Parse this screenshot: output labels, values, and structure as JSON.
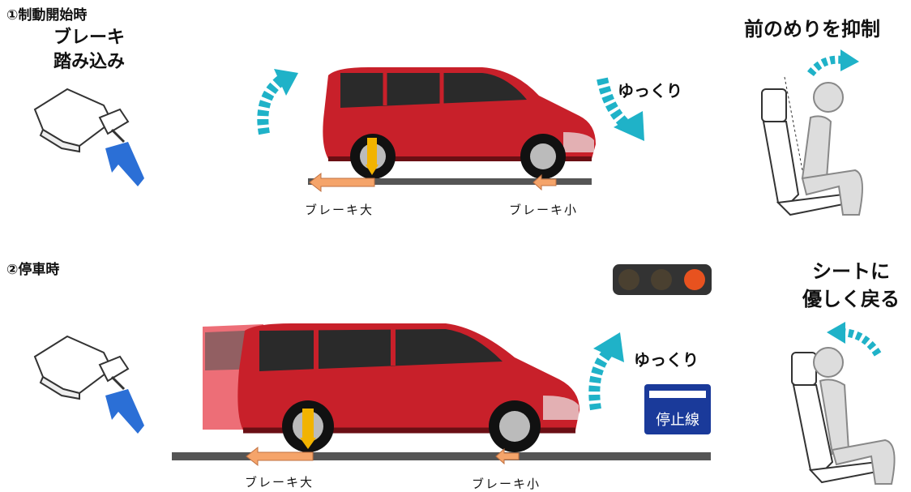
{
  "section1": {
    "title": "①制動開始時",
    "pedal_label_line1": "ブレーキ",
    "pedal_label_line2": "踏み込み",
    "slow_label": "ゆっくり",
    "brake_big": "ブレーキ大",
    "brake_small": "ブレーキ小",
    "occupant_label": "前のめりを抑制"
  },
  "section2": {
    "title": "②停車時",
    "slow_label": "ゆっくり",
    "brake_big": "ブレーキ大",
    "brake_small": "ブレーキ小",
    "stop_line_sign": "停止線",
    "occupant_label_line1": "シートに",
    "occupant_label_line2": "優しく戻る"
  },
  "colors": {
    "car_red": "#c8202a",
    "arrow_cyan": "#1fb2c8",
    "arrow_blue": "#2b6fd6",
    "brake_orange": "#f5a46a",
    "caliper_yellow": "#f2b300",
    "road_gray": "#555555",
    "sign_blue": "#1a3a9a"
  },
  "icons": [
    "foot-pedal-icon",
    "car-icon",
    "seat-occupant-icon",
    "traffic-light-icon"
  ]
}
